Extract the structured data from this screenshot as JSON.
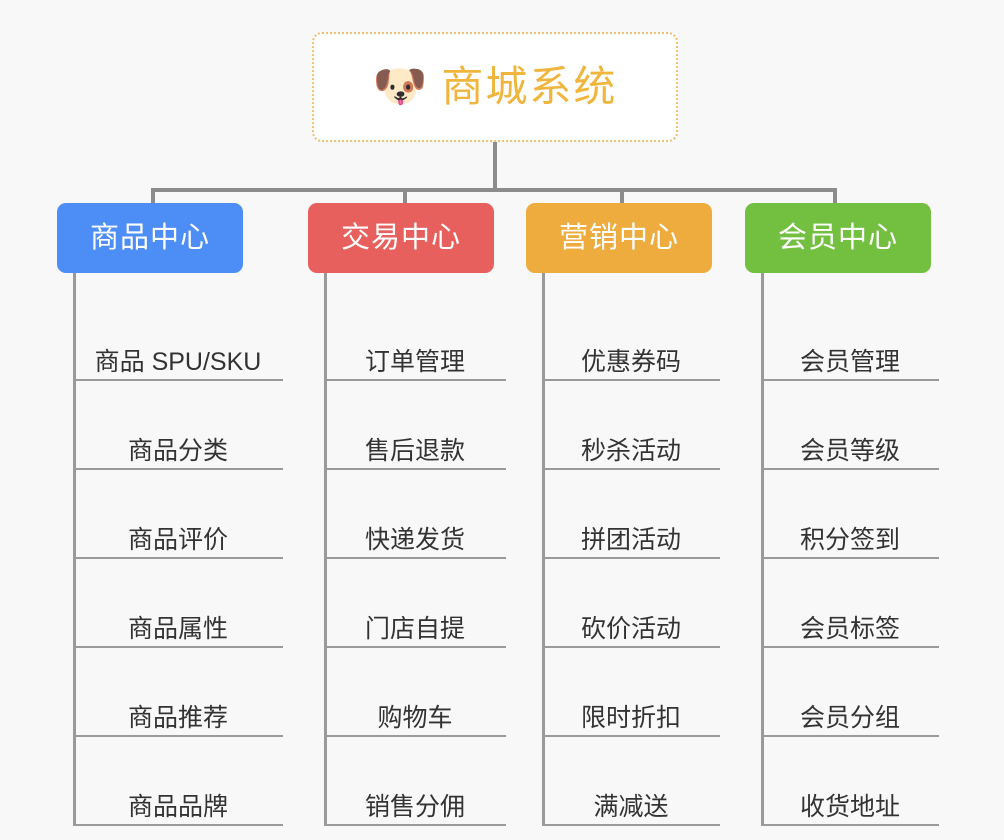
{
  "diagram": {
    "background_color": "#f8f8f8",
    "root": {
      "icon": "shiba-dog-face-icon",
      "icon_glyph": "🐶",
      "title": "商城系统",
      "title_color": "#f0b53c",
      "border_color": "#f0c070",
      "background_color": "#ffffff"
    },
    "connector_color": "#8c8c8c",
    "branches": [
      {
        "id": "product-center",
        "label": "商品中心",
        "color": "#4d8df6",
        "items": [
          "商品 SPU/SKU",
          "商品分类",
          "商品评价",
          "商品属性",
          "商品推荐",
          "商品品牌"
        ]
      },
      {
        "id": "trade-center",
        "label": "交易中心",
        "color": "#e8605d",
        "items": [
          "订单管理",
          "售后退款",
          "快递发货",
          "门店自提",
          "购物车",
          "销售分佣"
        ]
      },
      {
        "id": "marketing-center",
        "label": "营销中心",
        "color": "#eeac3f",
        "items": [
          "优惠券码",
          "秒杀活动",
          "拼团活动",
          "砍价活动",
          "限时折扣",
          "满减送"
        ]
      },
      {
        "id": "member-center",
        "label": "会员中心",
        "color": "#73c040",
        "items": [
          "会员管理",
          "会员等级",
          "积分签到",
          "会员标签",
          "会员分组",
          "收货地址"
        ]
      }
    ]
  }
}
